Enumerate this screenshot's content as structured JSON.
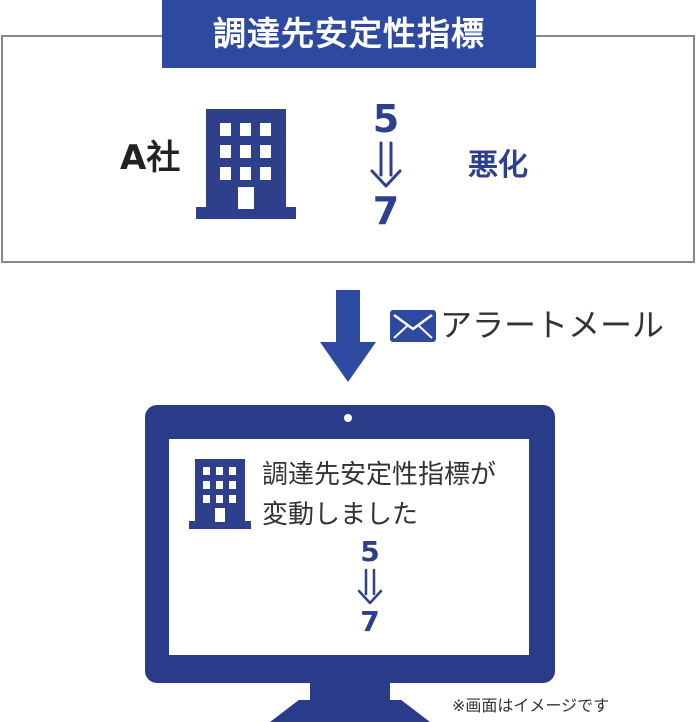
{
  "panel": {
    "title": "調達先安定性指標",
    "company": "A社",
    "score_from": "5",
    "score_to": "7",
    "status": "悪化"
  },
  "alert": {
    "label": "アラートメール",
    "icon": "mail-icon"
  },
  "screen": {
    "message_line1": "調達先安定性指標が",
    "message_line2": "変動しました",
    "score_from": "5",
    "score_to": "7"
  },
  "footnote": "※画面はイメージです",
  "colors": {
    "title_bar": "#2e4aa0",
    "accent": "#2e3f8c",
    "monitor": "#2a3b8a",
    "arrow": "#2e4aa0",
    "frame_border": "#888888"
  },
  "icons": [
    "building-icon",
    "down-double-arrow-icon",
    "down-arrow-icon",
    "mail-icon",
    "monitor-icon"
  ]
}
